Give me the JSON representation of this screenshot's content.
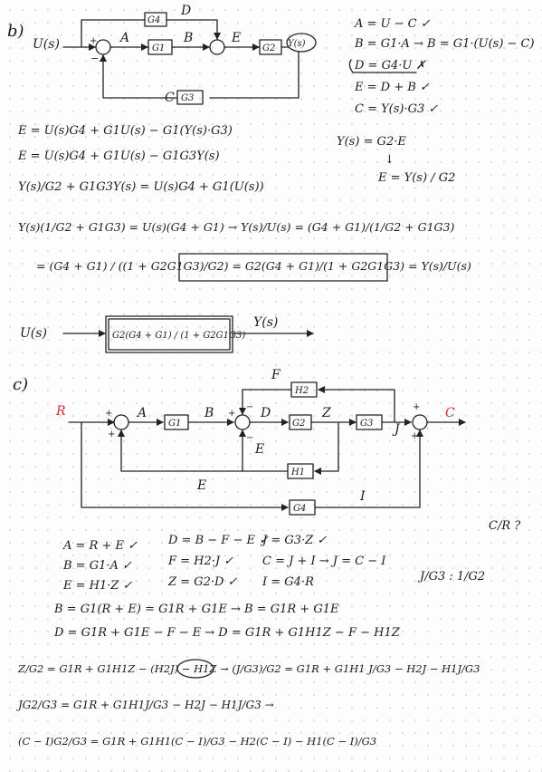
{
  "part_b": {
    "label": "b)",
    "diagram": {
      "input": "U(s)",
      "output": "Y(s)",
      "blocks": {
        "g4": "G4",
        "g1": "G1",
        "g2": "G2",
        "g3": "G3"
      },
      "signals": {
        "a": "A",
        "b": "B",
        "c": "C",
        "d": "D",
        "e": "E"
      }
    },
    "signal_equations": [
      "A = U − C ✓",
      "B = G1·A → B = G1·(U(s) − C)",
      "D = G4·U ✗",
      "E = D + B ✓",
      "C = Y(s)·G3 ✓",
      "Y(s) = G2·E",
      "↓",
      "E = Y(s) / G2"
    ],
    "derivation": [
      "E = U(s)G4 + G1U(s) − G1(Y(s)·G3)",
      "E = U(s)G4 + G1U(s) − G1G3Y(s)",
      "Y(s)/G2 + G1G3Y(s) = U(s)G4 + G1(U(s))",
      "Y(s)(1/G2 + G1G3) = U(s)(G4 + G1) → Y(s)/U(s) = (G4 + G1)/(1/G2 + G1G3)",
      "= (G4 + G1) / ((1 + G2G1G3)/G2) = G2(G4 + G1)/(1 + G2G1G3) = Y(s)/U(s)"
    ],
    "final_block": {
      "input": "U(s)",
      "transfer": "G2(G4 + G1) / (1 + G2G1G3)",
      "output": "Y(s)"
    }
  },
  "part_c": {
    "label": "c)",
    "diagram": {
      "input": "R",
      "output": "C",
      "blocks": {
        "g1": "G1",
        "g2": "G2",
        "g3": "G3",
        "g4": "G4",
        "h1": "H1",
        "h2": "H2"
      },
      "signals": {
        "a": "A",
        "b": "B",
        "d": "D",
        "e": "E",
        "f": "F",
        "i": "I",
        "j": "J",
        "z": "Z"
      }
    },
    "question": "C/R ?",
    "signal_equations": [
      "A = R + E ✓",
      "B = G1·A ✓",
      "E = H1·Z ✓",
      "D = B − F − E ✓",
      "F = H2·J ✓",
      "Z = G2·D ✓",
      "J = G3·Z ✓",
      "C = J + I → J = C − I",
      "I = G4·R",
      "J/G3 : 1/G2"
    ],
    "derivation": [
      "B = G1(R + E) = G1R + G1E → B = G1R + G1E",
      "D = G1R + G1E − F − E → D = G1R + G1H1Z − F − H1Z",
      "Z/G2 = G1R + G1H1Z − (H2J) − H1Z → (J/G3)/G2 = G1R + G1H1 J/G3 − H2J − H1J/G3",
      "JG2/G3 = G1R + G1H1J/G3 − H2J − H1J/G3 →",
      "(C − I)G2/G3 = G1R + G1H1(C − I)/G3 − H2(C − I) − H1(C − I)/G3"
    ]
  },
  "colors": {
    "ink": "#222222",
    "red_ink": "#d42a2a",
    "paper": "#fdfdfd",
    "dots": "#d6d6d6"
  }
}
